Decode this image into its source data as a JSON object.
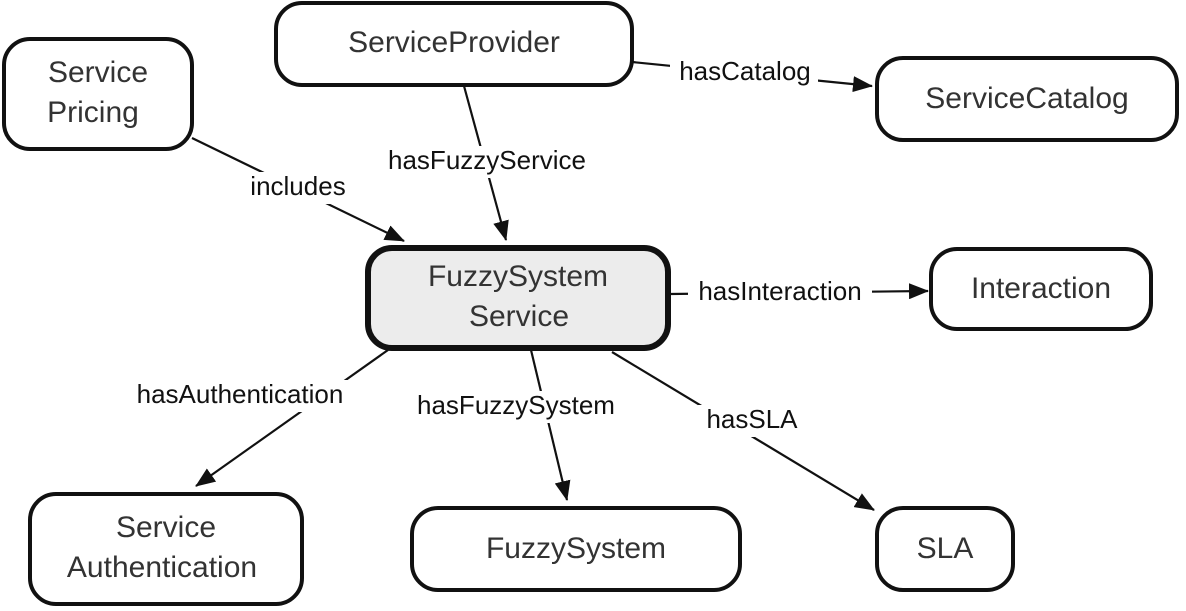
{
  "nodes": {
    "service_provider": {
      "lines": [
        "ServiceProvider"
      ]
    },
    "service_pricing": {
      "lines": [
        "Service",
        "Pricing"
      ]
    },
    "service_catalog": {
      "lines": [
        "ServiceCatalog"
      ]
    },
    "fuzzy_system_service": {
      "lines": [
        "FuzzySystem",
        "Service"
      ]
    },
    "interaction": {
      "lines": [
        "Interaction"
      ]
    },
    "service_authentication": {
      "lines": [
        "Service",
        "Authentication"
      ]
    },
    "fuzzy_system": {
      "lines": [
        "FuzzySystem"
      ]
    },
    "sla": {
      "lines": [
        "SLA"
      ]
    }
  },
  "edges": {
    "has_catalog": {
      "label": "hasCatalog",
      "from": "service_provider",
      "to": "service_catalog"
    },
    "has_fuzzy_service": {
      "label": "hasFuzzyService",
      "from": "service_provider",
      "to": "fuzzy_system_service"
    },
    "includes": {
      "label": "includes",
      "from": "service_pricing",
      "to": "fuzzy_system_service"
    },
    "has_interaction": {
      "label": "hasInteraction",
      "from": "fuzzy_system_service",
      "to": "interaction"
    },
    "has_authentication": {
      "label": "hasAuthentication",
      "from": "fuzzy_system_service",
      "to": "service_authentication"
    },
    "has_fuzzy_system": {
      "label": "hasFuzzySystem",
      "from": "fuzzy_system_service",
      "to": "fuzzy_system"
    },
    "has_sla": {
      "label": "hasSLA",
      "from": "fuzzy_system_service",
      "to": "sla"
    }
  },
  "colors": {
    "line": "#111111",
    "central_fill": "#ececec",
    "node_fill": "#ffffff",
    "node_text": "#333333"
  }
}
